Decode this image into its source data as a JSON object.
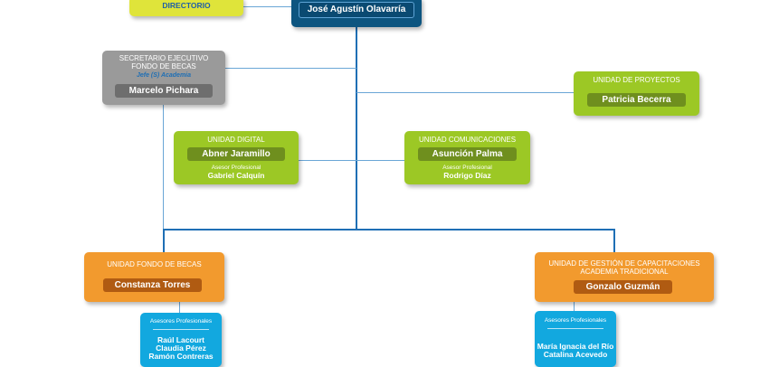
{
  "directorio": {
    "label": "DIRECTORIO"
  },
  "director": {
    "name": "José Agustín Olavarría"
  },
  "secretario": {
    "title_lines": [
      "SECRETARIO EJECUTIVO",
      "FONDO DE BECAS"
    ],
    "subtitle": "Jefe (S) Academia",
    "name": "Marcelo Pichara"
  },
  "proyectos": {
    "title": "UNIDAD DE PROYECTOS",
    "name": "Patricia Becerra"
  },
  "digital": {
    "title": "UNIDAD DIGITAL",
    "name": "Abner Jaramillo",
    "advisor_label": "Asesor Profesional",
    "advisor_name": "Gabriel Calquín"
  },
  "comunicaciones": {
    "title": "UNIDAD COMUNICACIONES",
    "name": "Asunción Palma",
    "advisor_label": "Asesor Profesional",
    "advisor_name": "Rodrigo Díaz"
  },
  "fondo_becas": {
    "title": "UNIDAD FONDO DE BECAS",
    "name": "Constanza Torres",
    "advisors_label": "Asesores Profesionales",
    "advisors": [
      "Raúl Lacourt",
      "Claudia Pérez",
      "Ramón Contreras"
    ]
  },
  "capacitaciones": {
    "title_lines": [
      "UNIDAD DE GESTIÓN DE CAPACITACIONES",
      "ACADEMIA TRADICIONAL"
    ],
    "name": "Gonzalo Guzmán",
    "advisors_label": "Asesores Profesionales",
    "advisors": [
      "María Ignacia del Río",
      "Catalina Acevedo"
    ]
  },
  "colors": {
    "line": "#1f6fb5",
    "green": "#9cc825",
    "orange": "#f29a2e",
    "grey": "#9a9a9a",
    "navy": "#0d5580",
    "cyan": "#12a8df",
    "yellow": "#dfe43a"
  }
}
